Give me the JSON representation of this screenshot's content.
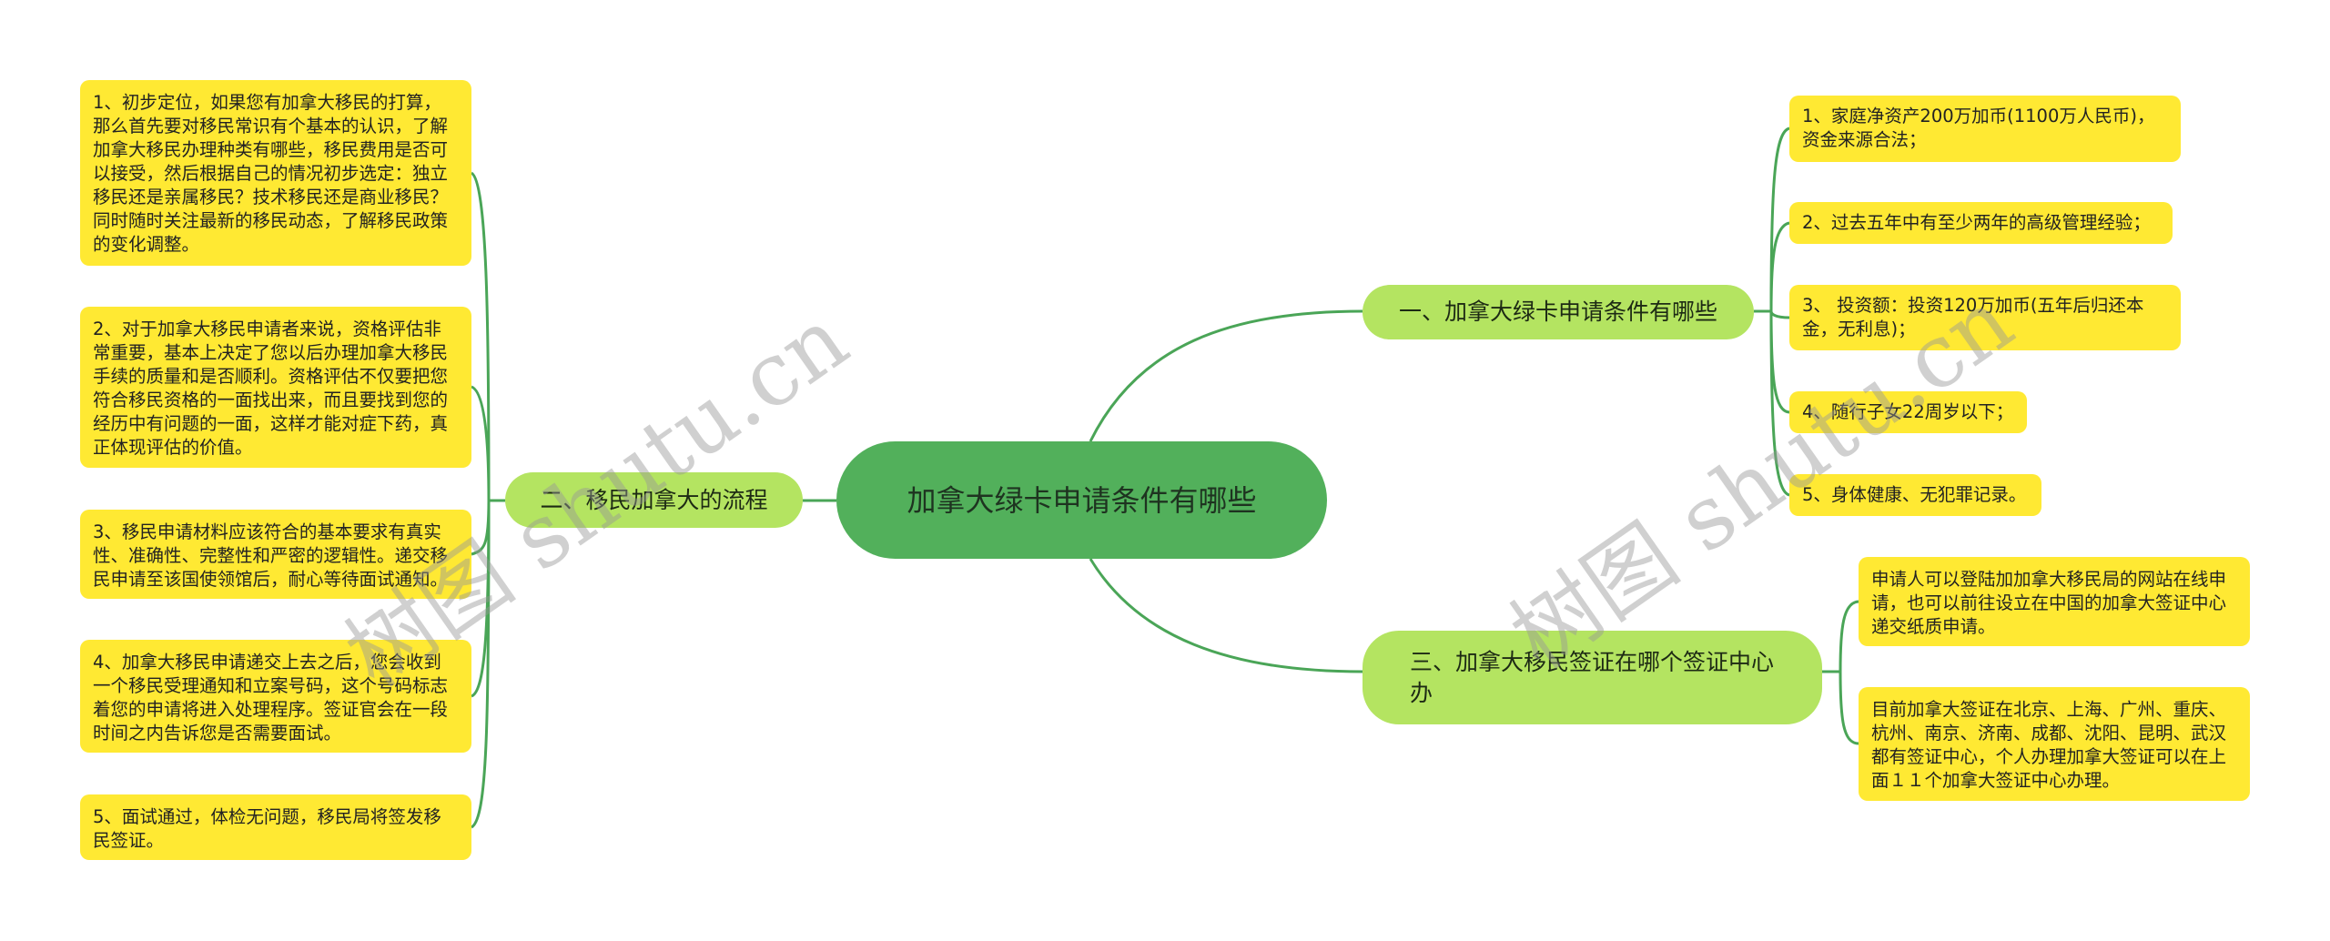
{
  "root": {
    "label": "加拿大绿卡申请条件有哪些"
  },
  "branches": {
    "left": {
      "label": "二、移民加拿大的流程",
      "items": [
        {
          "text": " 1、初步定位，如果您有加拿大移民的打算，那么首先要对移民常识有个基本的认识，了解加拿大移民办理种类有哪些，移民费用是否可以接受，然后根据自己的情况初步选定：独立移民还是亲属移民？技术移民还是商业移民？同时随时关注最新的移民动态，了解移民政策的变化调整。"
        },
        {
          "text": " 2、对于加拿大移民申请者来说，资格评估非常重要，基本上决定了您以后办理加拿大移民手续的质量和是否顺利。资格评估不仅要把您符合移民资格的一面找出来，而且要找到您的经历中有问题的一面，这样才能对症下药，真正体现评估的价值。"
        },
        {
          "text": " 3、移民申请材料应该符合的基本要求有真实性、准确性、完整性和严密的逻辑性。递交移民申请至该国使领馆后，耐心等待面试通知。"
        },
        {
          "text": " 4、加拿大移民申请递交上去之后，您会收到一个移民受理通知和立案号码，这个号码标志着您的申请将进入处理程序。签证官会在一段时间之内告诉您是否需要面试。"
        },
        {
          "text": " 5、面试通过，体检无问题，移民局将签发移民签证。"
        }
      ]
    },
    "right_top": {
      "label": "一、加拿大绿卡申请条件有哪些",
      "items": [
        {
          "text": "1、家庭净资产200万加币(1100万人民币)，资金来源合法；"
        },
        {
          "text": "2、过去五年中有至少两年的高级管理经验；"
        },
        {
          "text": "3、 投资额：投资120万加币(五年后归还本金，无利息)；"
        },
        {
          "text": "4、随行子女22周岁以下；"
        },
        {
          "text": "5、身体健康、无犯罪记录。"
        }
      ]
    },
    "right_bottom": {
      "label": "三、加拿大移民签证在哪个签证中心办",
      "items": [
        {
          "text": "申请人可以登陆加加拿大移民局的网站在线申请，也可以前往设立在中国的加拿大签证中心递交纸质申请。"
        },
        {
          "text": "目前加拿大签证在北京、上海、广州、重庆、杭州、南京、济南、成都、沈阳、昆明、武汉都有签证中心，个人办理加拿大签证可以在上面１１个加拿大签证中心办理。"
        }
      ]
    }
  },
  "watermarks": [
    {
      "text": "树图 shutu.cn"
    },
    {
      "text": "树图 shutu.cn"
    }
  ],
  "colors": {
    "root_fill": "#52b05b",
    "branch_fill": "#b4e461",
    "leaf_fill": "#ffe933",
    "link_stroke": "#4aa557"
  }
}
